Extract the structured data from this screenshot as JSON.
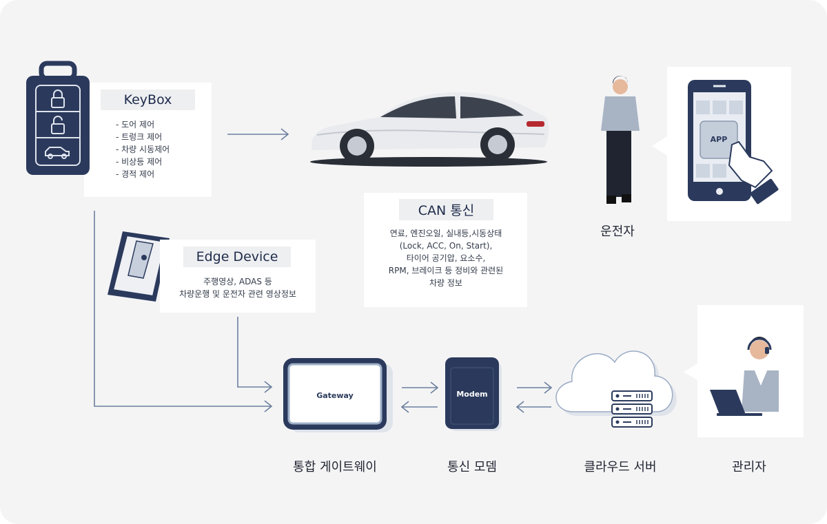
{
  "keybox": {
    "title": "KeyBox",
    "items": [
      "- 도어 제어",
      "- 트렁크 제어",
      "- 차량 시동제어",
      "- 비상등 제어",
      "- 경적 제어"
    ]
  },
  "edge": {
    "title": "Edge Device",
    "desc_line1": "주행영상, ADAS 등",
    "desc_line2": "차량운행 및 운전자 관련 영상정보"
  },
  "can": {
    "title": "CAN 통신",
    "lines": [
      "연료, 엔진오일, 실내등,시동상태",
      "(Lock, ACC, On, Start),",
      "타이어 공기압, 요소수,",
      "RPM, 브레이크 등 정비와 관련된",
      "차량 정보"
    ]
  },
  "phone": {
    "app_label": "APP"
  },
  "gateway": {
    "inner_label": "Gateway",
    "caption": "통합 게이트웨이"
  },
  "modem": {
    "inner_label": "Modem",
    "caption": "통신 모뎀"
  },
  "cloud": {
    "caption": "클라우드 서버"
  },
  "driver": {
    "caption": "운전자"
  },
  "admin": {
    "caption": "관리자"
  },
  "colors": {
    "navy": "#2b3a5c",
    "arrow": "#6b7f9e",
    "background": "#f4f4f5",
    "card": "#ffffff"
  }
}
